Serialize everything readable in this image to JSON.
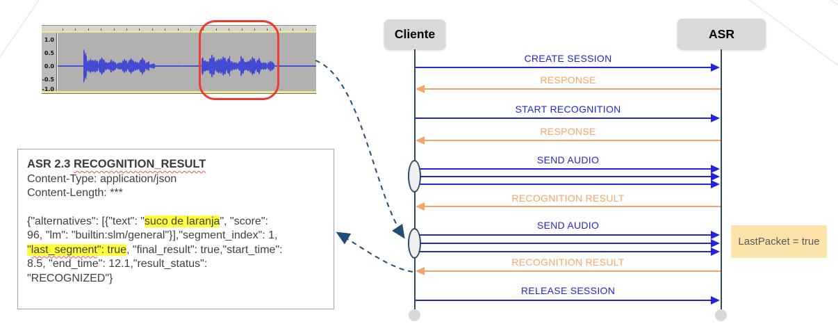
{
  "colors": {
    "request_blue": "#2323dc",
    "response_orange": "#f5a469",
    "lifeline_navy": "#2e4960",
    "connector_navy": "#1f4e79",
    "highlight_yellow": "#ffff3d",
    "note_bg": "#fce3a9",
    "actor_bg": "#d9d9d9",
    "wave_blue": "#444bd2",
    "frame_red": "#ef3a31"
  },
  "waveform": {
    "scale_labels": [
      "1.0",
      "0.5",
      "0.0",
      "-0.5",
      "-1.0"
    ],
    "bursts": [
      {
        "from": 0,
        "to": 37,
        "amp": 0.03
      },
      {
        "from": 37,
        "to": 43,
        "amp": 0.58
      },
      {
        "from": 43,
        "to": 78,
        "amp": 0.3
      },
      {
        "from": 78,
        "to": 93,
        "amp": 0.18
      },
      {
        "from": 93,
        "to": 132,
        "amp": 0.28
      },
      {
        "from": 132,
        "to": 140,
        "amp": 0.1
      },
      {
        "from": 140,
        "to": 207,
        "amp": 0.03
      },
      {
        "from": 207,
        "to": 248,
        "amp": 0.38
      },
      {
        "from": 248,
        "to": 263,
        "amp": 0.22
      },
      {
        "from": 263,
        "to": 292,
        "amp": 0.33
      },
      {
        "from": 292,
        "to": 312,
        "amp": 0.18
      },
      {
        "from": 312,
        "to": 369,
        "amp": 0.03
      }
    ]
  },
  "message_box": {
    "title_parts": [
      {
        "text": "ASR 2.3 "
      },
      {
        "text": "RECOGNITION_RESULT",
        "squiggle": true
      }
    ],
    "header_lines": [
      "Content-Type: application/json",
      "Content-Length: ***"
    ],
    "body_lines": [
      [
        {
          "text": "{\"alternatives\": [{\"text\": \""
        },
        {
          "text": "suco de laranja",
          "hl": true
        },
        {
          "text": "\", \"score\":"
        }
      ],
      [
        {
          "text": "96, \"lm\": \"builtin:slm/general\"}],\"segment_index\": 1,"
        }
      ],
      [
        {
          "text": "\"",
          "hl": true
        },
        {
          "text": "last_segment",
          "hl": true,
          "squiggle": true
        },
        {
          "text": "\": true",
          "hl": true
        },
        {
          "text": ", \"final_result\": true,\"start_time\":"
        }
      ],
      [
        {
          "text": "8.5, \"end_time\": 12.1,\"result_status\":"
        }
      ],
      [
        {
          "text": "\"RECOGNIZED\"}"
        }
      ]
    ]
  },
  "sequence": {
    "actors": [
      {
        "label": "Cliente"
      },
      {
        "label": "ASR"
      }
    ],
    "messages": [
      {
        "label": "CREATE SESSION",
        "kind": "request",
        "direction": "to-asr",
        "count": 1
      },
      {
        "label": "RESPONSE",
        "kind": "response",
        "direction": "to-client",
        "count": 1
      },
      {
        "label": "START RECOGNITION",
        "kind": "request",
        "direction": "to-asr",
        "count": 1
      },
      {
        "label": "RESPONSE",
        "kind": "response",
        "direction": "to-client",
        "count": 1
      },
      {
        "label": "SEND AUDIO",
        "kind": "request",
        "direction": "to-asr",
        "count": 3,
        "burst_marker": true
      },
      {
        "label": "RECOGNITION RESULT",
        "kind": "response",
        "direction": "to-client",
        "count": 1
      },
      {
        "label": "SEND AUDIO",
        "kind": "request",
        "direction": "to-asr",
        "count": 3,
        "burst_marker": true
      },
      {
        "label": "RECOGNITION RESULT",
        "kind": "response",
        "direction": "to-client",
        "count": 1
      },
      {
        "label": "RELEASE SESSION",
        "kind": "request",
        "direction": "to-asr",
        "count": 1
      }
    ]
  },
  "note": {
    "text": "LastPacket = true"
  }
}
